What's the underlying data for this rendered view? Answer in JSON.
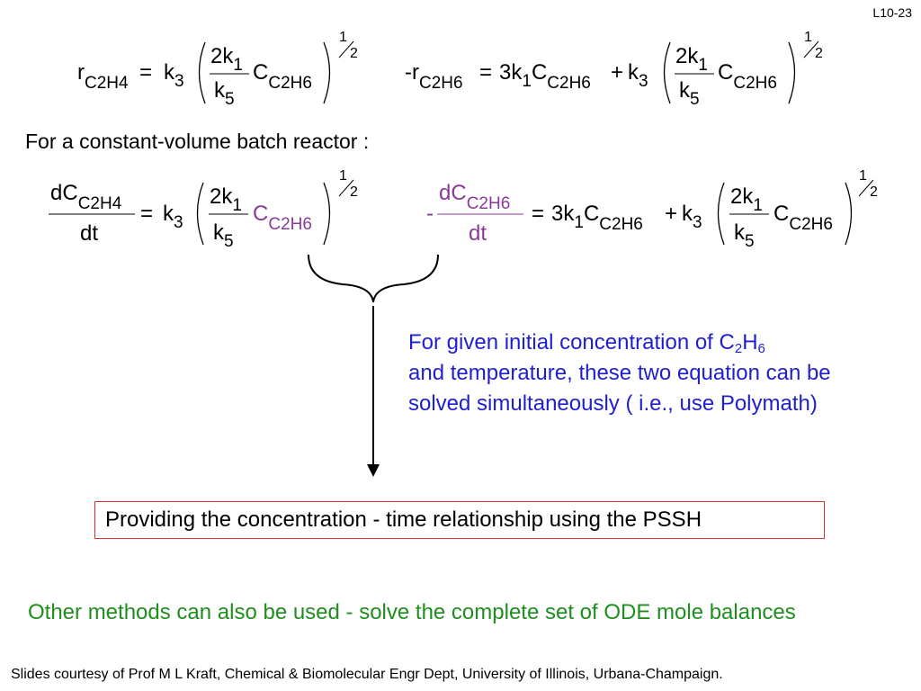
{
  "slide": {
    "id": "L10-23"
  },
  "rate_laws": {
    "left": {
      "lhs": "r",
      "lhs_sub": "C2H4",
      "eq": "=",
      "k3": "k",
      "k3_sub": "3",
      "num": "2k",
      "num_sub": "1",
      "den": "k",
      "den_sub": "5",
      "conc": "C",
      "conc_sub": "C2H6",
      "exp_top": "1",
      "exp_bottom": "2"
    },
    "right": {
      "lhs": "-r",
      "lhs_sub": "C2H6",
      "eq": "=",
      "term1": "3k",
      "term1_sub": "1",
      "term1_conc": "C",
      "term1_conc_sub": "C2H6",
      "plus": "+",
      "k3": "k",
      "k3_sub": "3",
      "num": "2k",
      "num_sub": "1",
      "den": "k",
      "den_sub": "5",
      "conc": "C",
      "conc_sub": "C2H6",
      "exp_top": "1",
      "exp_bottom": "2"
    }
  },
  "batch_heading": "For a constant-volume batch reactor :",
  "batch_balances": {
    "left": {
      "num": "dC",
      "num_sub": "C2H4",
      "den": "dt",
      "eq": "=",
      "k3": "k",
      "k3_sub": "3",
      "num2": "2k",
      "num2_sub": "1",
      "den2": "k",
      "den2_sub": "5",
      "conc": "C",
      "conc_sub": "C2H6",
      "exp_top": "1",
      "exp_bottom": "2"
    },
    "right": {
      "sign": "-",
      "num": "dC",
      "num_sub": "C2H6",
      "den": "dt",
      "eq": "=",
      "term1": "3k",
      "term1_sub": "1",
      "term1_conc": "C",
      "term1_conc_sub": "C2H6",
      "plus": "+",
      "k3": "k",
      "k3_sub": "3",
      "num2": "2k",
      "num2_sub": "1",
      "den2": "k",
      "den2_sub": "5",
      "conc": "C",
      "conc_sub": "C2H6",
      "exp_top": "1",
      "exp_bottom": "2"
    }
  },
  "note": {
    "pre": "For given initial concentration of C",
    "sub1": "2",
    "mid": "H",
    "sub2": "6",
    "post": "and temperature, these two equation can be solved simultaneously ( i.e., use Polymath)"
  },
  "boxed_text": "Providing the concentration - time relationship using the PSSH",
  "other_methods": "Other methods can also be used - solve the complete set of ODE mole balances",
  "credit": "Slides courtesy of Prof M L Kraft, Chemical & Biomolecular Engr Dept, University of Illinois, Urbana-Champaign.",
  "colors": {
    "purple": "#8a3a9a",
    "note_blue": "#1f1fcf",
    "green": "#1e8f1e",
    "box_border": "#e03030"
  }
}
